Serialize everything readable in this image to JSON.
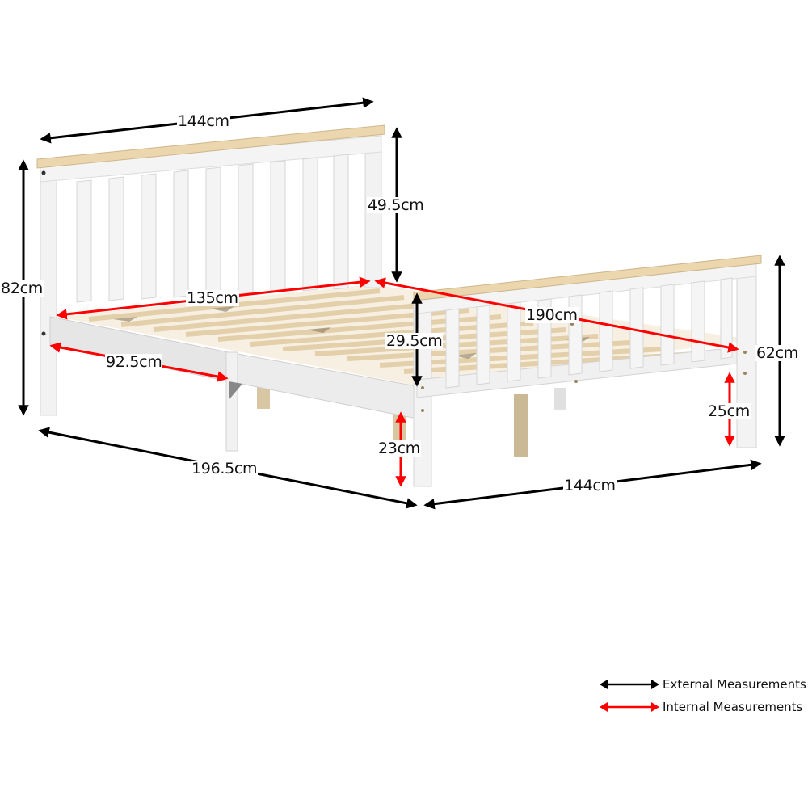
{
  "diagram": {
    "subject": "White wooden double bed frame with pine top rails",
    "colors": {
      "external_arrow": "#000000",
      "internal_arrow": "#ff0000",
      "frame_white": "#f4f4f4",
      "frame_shadow": "#d6d6d6",
      "pine": "#ecd9b5",
      "slat": "#e8d6b4"
    },
    "measurements": {
      "headboard_width": {
        "label": "144cm",
        "type": "external"
      },
      "headboard_height": {
        "label": "49.5cm",
        "type": "external"
      },
      "total_height": {
        "label": "82cm",
        "type": "external"
      },
      "internal_width": {
        "label": "135cm",
        "type": "internal"
      },
      "internal_half_length": {
        "label": "92.5cm",
        "type": "internal"
      },
      "internal_length": {
        "label": "190cm",
        "type": "internal"
      },
      "side_rail_depth": {
        "label": "29.5cm",
        "type": "external"
      },
      "footboard_height": {
        "label": "62cm",
        "type": "external"
      },
      "under_bed_clearance_side": {
        "label": "23cm",
        "type": "internal"
      },
      "under_bed_clearance_foot": {
        "label": "25cm",
        "type": "internal"
      },
      "total_length": {
        "label": "196.5cm",
        "type": "external"
      },
      "footboard_width": {
        "label": "144cm",
        "type": "external"
      }
    }
  },
  "legend": {
    "items": [
      {
        "label": "External Measurements",
        "color": "#000000"
      },
      {
        "label": "Internal Measurements",
        "color": "#ff0000"
      }
    ]
  }
}
